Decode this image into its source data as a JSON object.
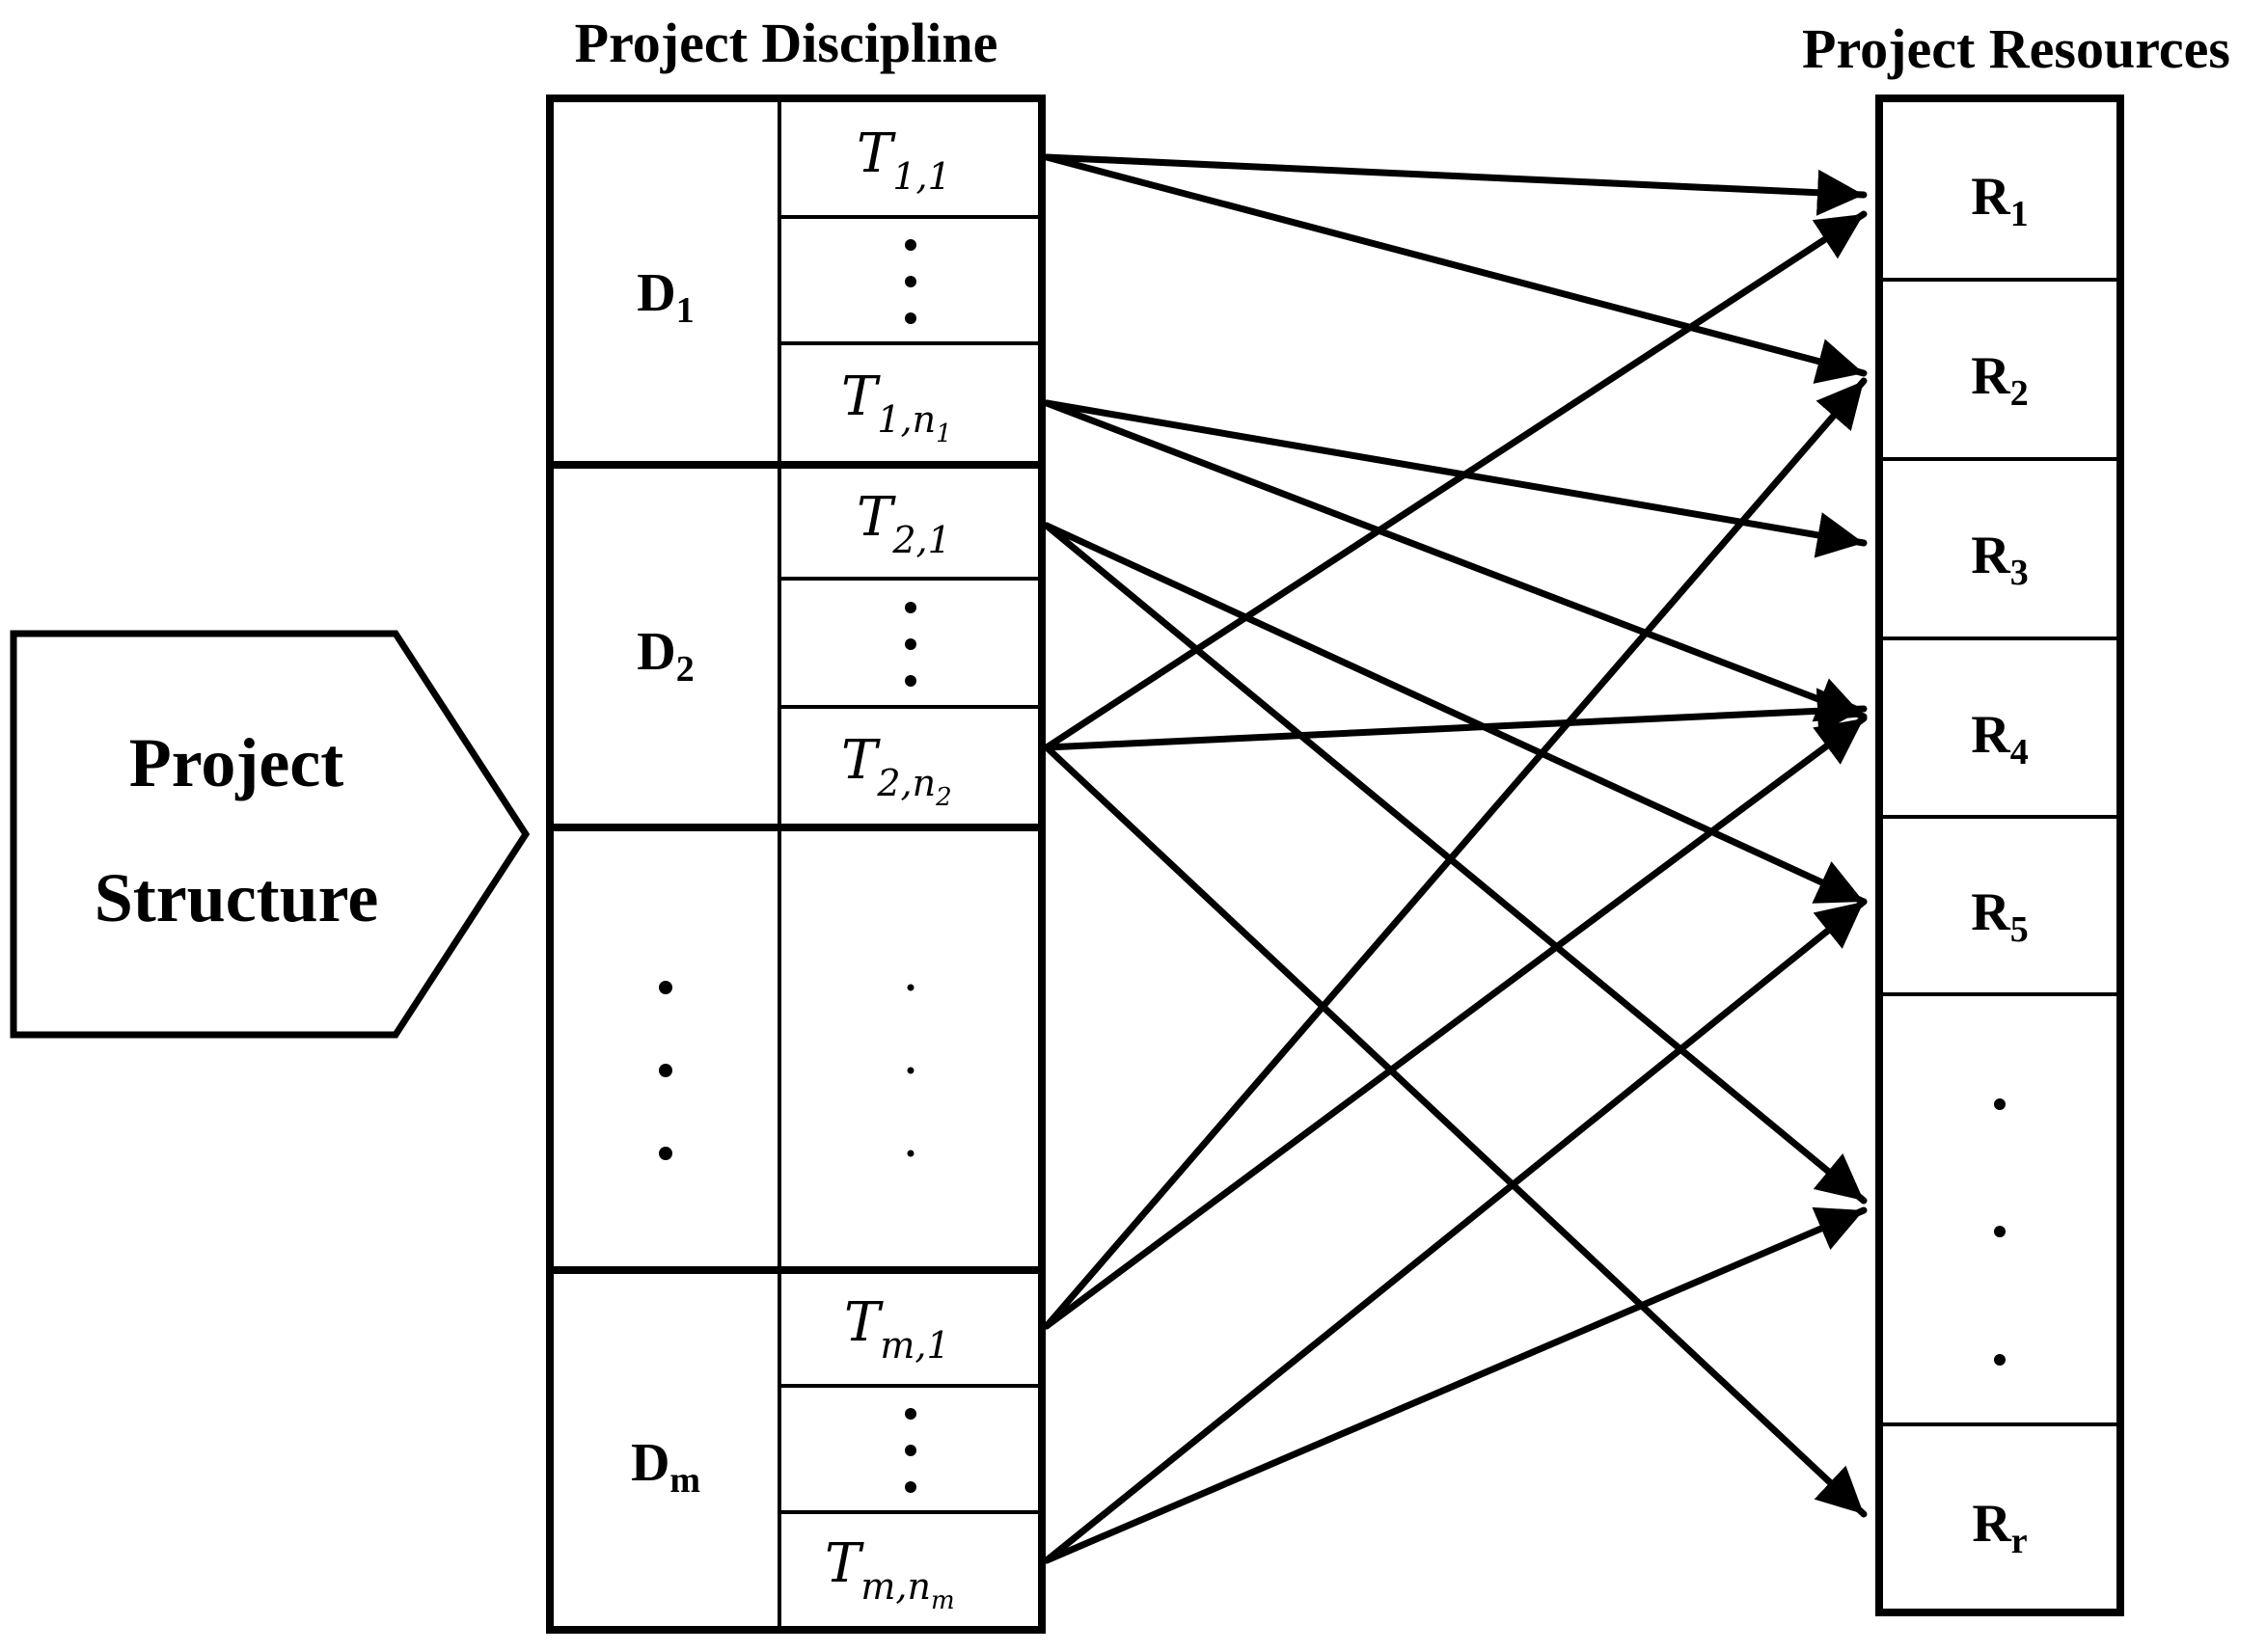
{
  "headers": {
    "discipline": "Project Discipline",
    "resources": "Project Resources"
  },
  "project_structure": {
    "line1": "Project",
    "line2": "Structure"
  },
  "disciplines": [
    {
      "base": "D",
      "sub": "1"
    },
    {
      "base": "D",
      "sub": "2"
    },
    {
      "base": "D",
      "sub": "m"
    }
  ],
  "tasks": [
    {
      "base": "T",
      "sub": "1,1",
      "subsub": ""
    },
    {
      "base": "T",
      "sub": "1,n",
      "subsub": "1"
    },
    {
      "base": "T",
      "sub": "2,1",
      "subsub": ""
    },
    {
      "base": "T",
      "sub": "2,n",
      "subsub": "2"
    },
    {
      "base": "T",
      "sub": "m,1",
      "subsub": ""
    },
    {
      "base": "T",
      "sub": "m,n",
      "subsub": "m"
    }
  ],
  "resources": [
    {
      "base": "R",
      "sub": "1"
    },
    {
      "base": "R",
      "sub": "2"
    },
    {
      "base": "R",
      "sub": "3"
    },
    {
      "base": "R",
      "sub": "4"
    },
    {
      "base": "R",
      "sub": "5"
    },
    {
      "base": "R",
      "sub": "r"
    }
  ],
  "connections": [
    {
      "from": "T1,1",
      "to": "R1"
    },
    {
      "from": "T1,1",
      "to": "R2"
    },
    {
      "from": "T1,n1",
      "to": "R3"
    },
    {
      "from": "T1,n1",
      "to": "R4"
    },
    {
      "from": "T2,1",
      "to": "R5"
    },
    {
      "from": "T2,1",
      "to": "R..."
    },
    {
      "from": "T2,n2",
      "to": "R1"
    },
    {
      "from": "T2,n2",
      "to": "R4"
    },
    {
      "from": "T2,n2",
      "to": "Rr"
    },
    {
      "from": "Tm,1",
      "to": "R2"
    },
    {
      "from": "Tm,1",
      "to": "R4"
    },
    {
      "from": "Tm,nm",
      "to": "R5"
    },
    {
      "from": "Tm,nm",
      "to": "R..."
    }
  ]
}
